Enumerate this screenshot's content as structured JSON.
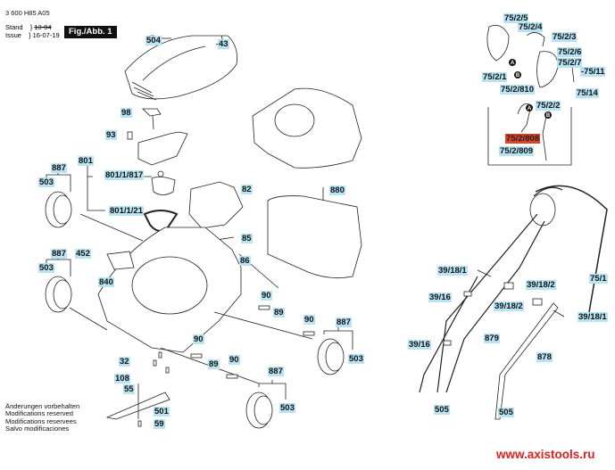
{
  "header": {
    "doc_number": "3 600 H85 A05",
    "stand_label": "Stand",
    "issue_label": "Issue",
    "old_date": "13-04",
    "issue_date": "16-07-19",
    "figure_label": "Fig./Abb. 1"
  },
  "labels": {
    "l504": "504",
    "l43": "43",
    "l98": "98",
    "l93": "93",
    "l801": "801",
    "l801_1_817": "801/1/817",
    "l801_1_21": "801/1/21",
    "l82": "82",
    "l880": "880",
    "l887a": "887",
    "l503a": "503",
    "l887b": "887",
    "l503b": "503",
    "l452": "452",
    "l840": "840",
    "l85": "85",
    "l86": "86",
    "l90a": "90",
    "l89a": "89",
    "l90b": "90",
    "l887c": "887",
    "l503c": "503",
    "l90c": "90",
    "l89b": "89",
    "l90d": "90",
    "l32": "32",
    "l108": "108",
    "l55": "55",
    "l501": "501",
    "l59": "59",
    "l887d": "887",
    "l503d": "503",
    "l75_2_5": "75/2/5",
    "l75_2_4": "75/2/4",
    "l75_2_3": "75/2/3",
    "l75_2_6": "75/2/6",
    "l75_2_7": "75/2/7",
    "l75_11": "-75/11",
    "l75_2_1": "75/2/1",
    "l75_2_810": "75/2/810",
    "l75_14": "75/14",
    "l75_2_2": "75/2/2",
    "l75_2_808": "75/2/808",
    "l75_2_809": "75/2/809",
    "l39_18_1a": "39/18/1",
    "l39_16a": "39/16",
    "l39_18_2a": "39/18/2",
    "l39_18_2b": "39/18/2",
    "l75_1": "75/1",
    "l39_18_1b": "39/18/1",
    "l879": "879",
    "l39_16b": "39/16",
    "l878": "878",
    "l505a": "505",
    "l505b": "505"
  },
  "markers": {
    "a": "A",
    "b": "B"
  },
  "highlight_part": "75/2/808",
  "colors": {
    "label_fill": "#b7e3f3",
    "highlight_fill": "#d8442a",
    "url": "#e0201b"
  },
  "notes": [
    "Änderungen vorbehalten",
    "Modifications reserved",
    "Modifications reservees",
    "Salvo modificaciones"
  ],
  "footer": {
    "url": "www.axistools.ru"
  }
}
